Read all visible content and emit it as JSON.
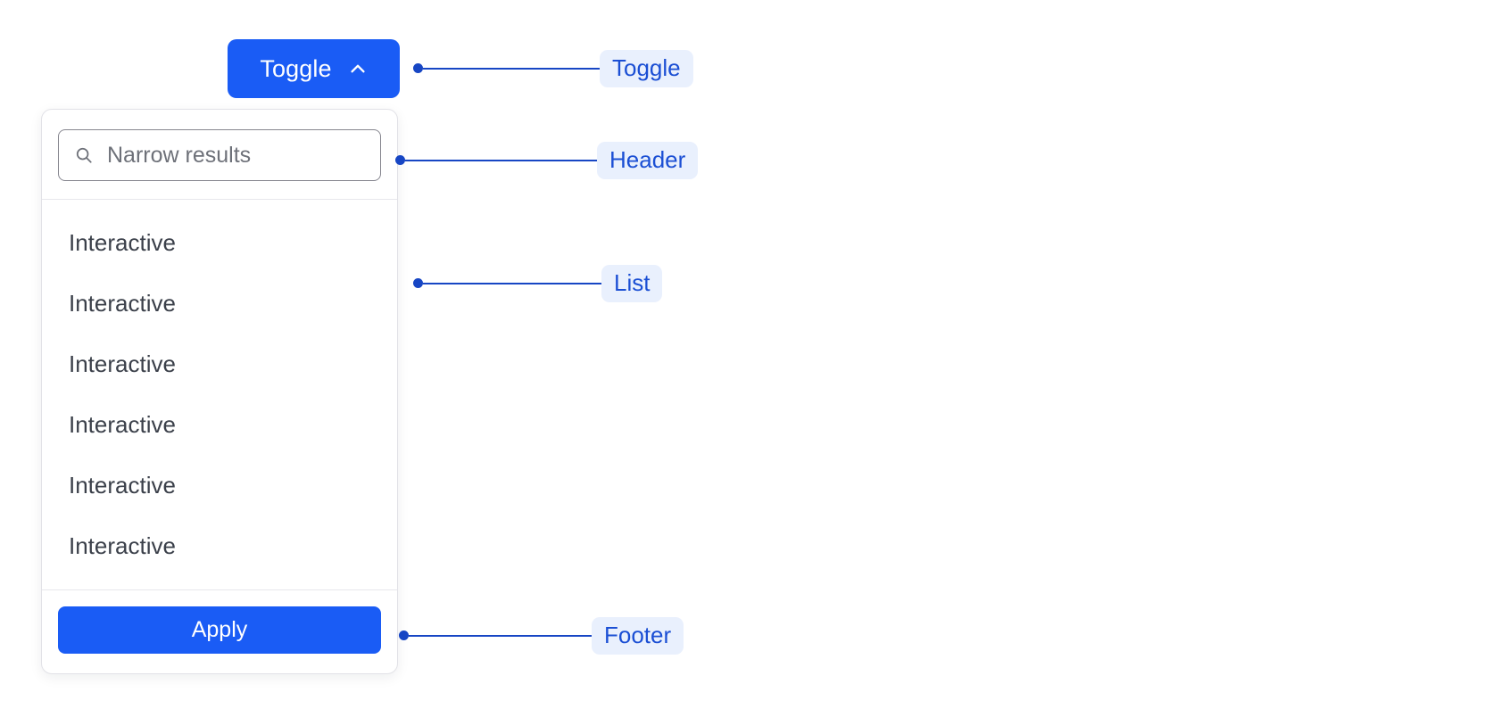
{
  "toggle": {
    "label": "Toggle",
    "icon": "chevron-up-icon",
    "color": "#1a5cf5",
    "text_color": "#ffffff"
  },
  "dropdown": {
    "header": {
      "search": {
        "icon": "search-icon",
        "placeholder": "Narrow results",
        "value": ""
      }
    },
    "list": {
      "items": [
        {
          "label": "Interactive"
        },
        {
          "label": "Interactive"
        },
        {
          "label": "Interactive"
        },
        {
          "label": "Interactive"
        },
        {
          "label": "Interactive"
        },
        {
          "label": "Interactive"
        }
      ]
    },
    "footer": {
      "apply_label": "Apply",
      "apply_color": "#1a5cf5"
    },
    "border_color": "#e2e2e7",
    "background": "#ffffff"
  },
  "annotations": {
    "accent_color": "#1746c4",
    "badge_background": "#e9f0fd",
    "badge_text_color": "#1b4fd4",
    "items": [
      {
        "label": "Toggle"
      },
      {
        "label": "Header"
      },
      {
        "label": "List"
      },
      {
        "label": "Footer"
      }
    ]
  }
}
